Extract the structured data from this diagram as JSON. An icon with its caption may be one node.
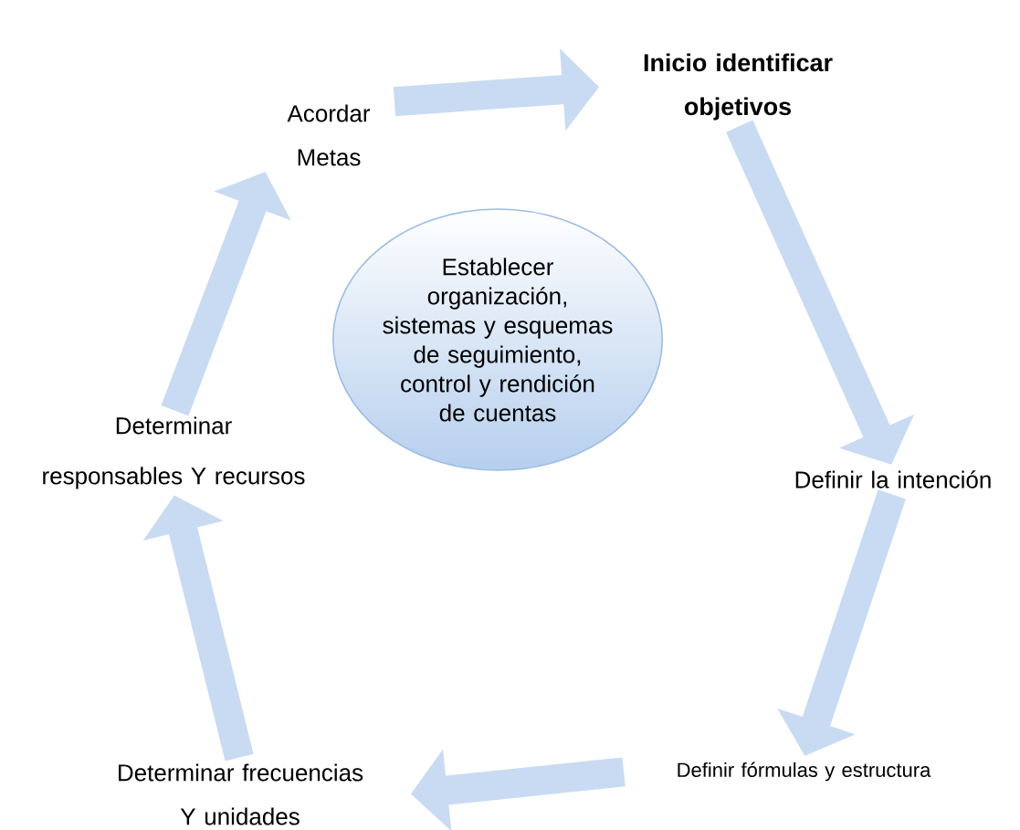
{
  "diagram": {
    "nodes": [
      {
        "text": [
          "Establecer organización, sistemas y esquemas de seguimiento, control y rendición de cuentas"
        ]
      },
      {
        "text": [
          "Inicio identificar objetivos"
        ]
      },
      {
        "text": [
          "Definir la intención"
        ]
      },
      {
        "text": [
          "Definir fórmulas y estructura"
        ]
      },
      {
        "text": [
          "Determinar frecuencias Y unidades"
        ]
      },
      {
        "text": [
          "Determinar responsables Y recursos"
        ]
      },
      {
        "text": [
          "Acordar Metas"
        ]
      }
    ],
    "edges": [
      {
        "from": 6,
        "to": 1,
        "arrow": "to"
      },
      {
        "from": 1,
        "to": 2,
        "arrow": "to"
      },
      {
        "from": 2,
        "to": 3,
        "arrow": "to"
      },
      {
        "from": 3,
        "to": 4,
        "arrow": "to"
      },
      {
        "from": 4,
        "to": 5,
        "arrow": "to"
      },
      {
        "from": 5,
        "to": 6,
        "arrow": "to"
      }
    ]
  }
}
